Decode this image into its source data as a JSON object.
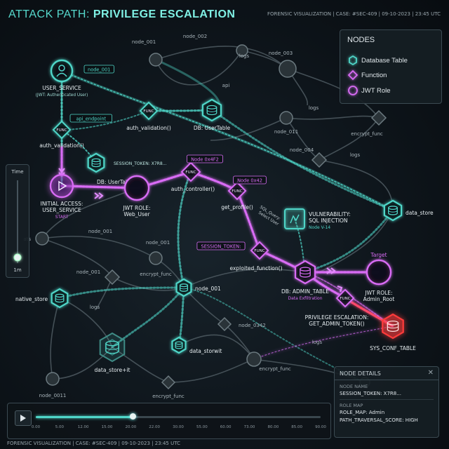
{
  "header": {
    "title_prefix": "ATTACK PATH: ",
    "title_main": "PRIVILEGE ESCALATION",
    "right": "FORENSIC VISUALIZATION | CASE: #SEC-409 | 09-10-2023 | 23:45 UTC"
  },
  "footer": {
    "text": "FORENSIC VISUALIZATION | CASE: #SEC-409 | 09-10-2023 | 23:45 UTC"
  },
  "legend": {
    "title": "NODES",
    "items": [
      {
        "label": "Database Table",
        "shape": "hexagon",
        "color": "#4fd6c8"
      },
      {
        "label": "Function",
        "shape": "diamond",
        "color": "#d96cf5"
      },
      {
        "label": "JWT Role",
        "shape": "circle",
        "color": "#d96cf5"
      }
    ]
  },
  "time_slider": {
    "label": "Time",
    "value_label": "1m"
  },
  "playback": {
    "ticks": [
      "0.00",
      "5.00",
      "12.00",
      "15.00",
      "20.00",
      "22.00",
      "30.00",
      "55.00",
      "60.00",
      "73.00",
      "80.00",
      "85.00",
      "90.00"
    ],
    "progress": 0.34
  },
  "node_details": {
    "title": "NODE DETAILS",
    "close": "✕",
    "rows": [
      {
        "label": "NODE NAME",
        "values": [
          "SESSION_TOKEN: X7R8..."
        ]
      },
      {
        "label": "ROLE MAP",
        "values": [
          "ROLE_MAP: Admin",
          "PATH_TRAVERSAL_SCORE: HIGH"
        ]
      }
    ]
  },
  "graph": {
    "colors": {
      "teal": "#4fd6c8",
      "purple": "#d96cf5",
      "red": "#ff3b3b",
      "gray": "#5d6a70"
    },
    "attack_nodes": [
      {
        "id": "user_service",
        "kind": "user",
        "color": "teal",
        "labels": [
          "USER_SERVICE",
          "(JWT: Authenticated User)"
        ],
        "tag": "node_001"
      },
      {
        "id": "func_auth",
        "kind": "diamond",
        "color": "teal",
        "glyph": "FUNC",
        "labels": [
          "auth_validation()"
        ],
        "tag": "api_endpoint"
      },
      {
        "id": "db_user_a",
        "kind": "hexagon",
        "color": "teal",
        "labels": [],
        "note": "SESSION_TOKEN: X7R8..."
      },
      {
        "id": "initial",
        "kind": "start",
        "color": "purple",
        "labels": [
          "INITIAL ACCESS:",
          "USER_SERVICE"
        ],
        "sub": "START",
        "caption": "DB: UserTable"
      },
      {
        "id": "jwt_web",
        "kind": "circle",
        "color": "purple",
        "labels": [
          "JWT ROLE:",
          "Web_User"
        ]
      },
      {
        "id": "func_auth_ctrl",
        "kind": "diamond",
        "color": "purple",
        "glyph": "FUNC",
        "labels": [
          "auth_controller()"
        ],
        "tag": "Node 0x4F2"
      },
      {
        "id": "func_profile",
        "kind": "diamond",
        "color": "purple",
        "glyph": "FUNC",
        "labels": [
          "get_profile()"
        ],
        "tag": "Node 0x42"
      },
      {
        "id": "vuln",
        "kind": "vuln",
        "color": "teal",
        "labels": [
          "VULNERABILITY:",
          "SQL INJECTION"
        ],
        "sub": "Node V-14",
        "edge_label": [
          "SQL_Query:",
          "Select User"
        ]
      },
      {
        "id": "func_exploit",
        "kind": "diamond",
        "color": "purple",
        "glyph": "FUNC",
        "labels": [
          "exploited_function()"
        ],
        "tag": "SESSION_TOKEN:"
      },
      {
        "id": "db_admin",
        "kind": "hexagon",
        "color": "purple",
        "labels": [
          "DB: ADMIN_TABLE"
        ],
        "sub": "Data Exfiltration"
      },
      {
        "id": "jwt_admin",
        "kind": "circle",
        "color": "purple",
        "labels": [
          "JWT ROLE:",
          "Admin_Root"
        ],
        "tag_plain": "Target"
      },
      {
        "id": "func_priv",
        "kind": "diamond",
        "color": "purple",
        "glyph": "FUNC",
        "labels": [
          "PRIVILEGE ESCALATION:",
          "GET_ADMIN_TOKEN()"
        ]
      },
      {
        "id": "sys_conf",
        "kind": "hexagon",
        "color": "red",
        "labels": [
          "SYS_CONF_TABLE"
        ]
      },
      {
        "id": "func_top",
        "kind": "diamond",
        "color": "teal",
        "glyph": "FUNC",
        "labels": [
          "auth_validation()"
        ]
      },
      {
        "id": "db_user_top",
        "kind": "hexagon",
        "color": "teal",
        "labels": [
          "DB: UserTable"
        ]
      },
      {
        "id": "data_store_r",
        "kind": "hexagon",
        "color": "teal",
        "labels": [
          "data_store"
        ]
      },
      {
        "id": "node_001_mid",
        "kind": "hexagon",
        "color": "teal",
        "labels": [
          "node_001"
        ]
      },
      {
        "id": "data_storwit",
        "kind": "hexagon",
        "color": "teal",
        "labels": [
          "data_storwit"
        ]
      },
      {
        "id": "native_store",
        "kind": "hexagon",
        "color": "teal",
        "labels": [
          "native_store"
        ]
      },
      {
        "id": "data_store_it",
        "kind": "hexagon",
        "color": "teal",
        "labels": [
          "data_store+it"
        ],
        "dim": true
      }
    ],
    "bg_nodes": [
      {
        "id": "b1",
        "kind": "circle",
        "label": "node_001"
      },
      {
        "id": "b2",
        "kind": "circle",
        "label": "node_002"
      },
      {
        "id": "b3",
        "kind": "circle",
        "label": "logs"
      },
      {
        "id": "b4",
        "kind": "circle",
        "label": "node_003"
      },
      {
        "id": "b5",
        "kind": "circle",
        "label": "logs"
      },
      {
        "id": "b6",
        "kind": "circle",
        "label": "node_011"
      },
      {
        "id": "b7",
        "kind": "diamond",
        "label": "encrypt_func"
      },
      {
        "id": "b8",
        "kind": "diamond",
        "label": "node_004"
      },
      {
        "id": "b9",
        "kind": "circle",
        "label": "logs"
      },
      {
        "id": "b10",
        "kind": "circle",
        "label": "ats"
      },
      {
        "id": "b11",
        "kind": "circle",
        "label": "node_001"
      },
      {
        "id": "b12",
        "kind": "circle",
        "label": "node_001"
      },
      {
        "id": "b13",
        "kind": "diamond",
        "label": "encrypt_func"
      },
      {
        "id": "b14",
        "kind": "diamond",
        "label": "node_001"
      },
      {
        "id": "b15",
        "kind": "circle",
        "label": "logs"
      },
      {
        "id": "b16",
        "kind": "diamond",
        "label": "node_0342"
      },
      {
        "id": "b17",
        "kind": "circle",
        "label": "logs"
      },
      {
        "id": "b18",
        "kind": "circle",
        "label": "encrypt_func"
      },
      {
        "id": "b19",
        "kind": "diamond",
        "label": "encrypt_func"
      },
      {
        "id": "b20",
        "kind": "circle",
        "label": "node_0011"
      },
      {
        "id": "b21",
        "kind": "circle",
        "label": ""
      },
      {
        "id": "b22",
        "kind": "circle",
        "label": "api"
      }
    ]
  }
}
